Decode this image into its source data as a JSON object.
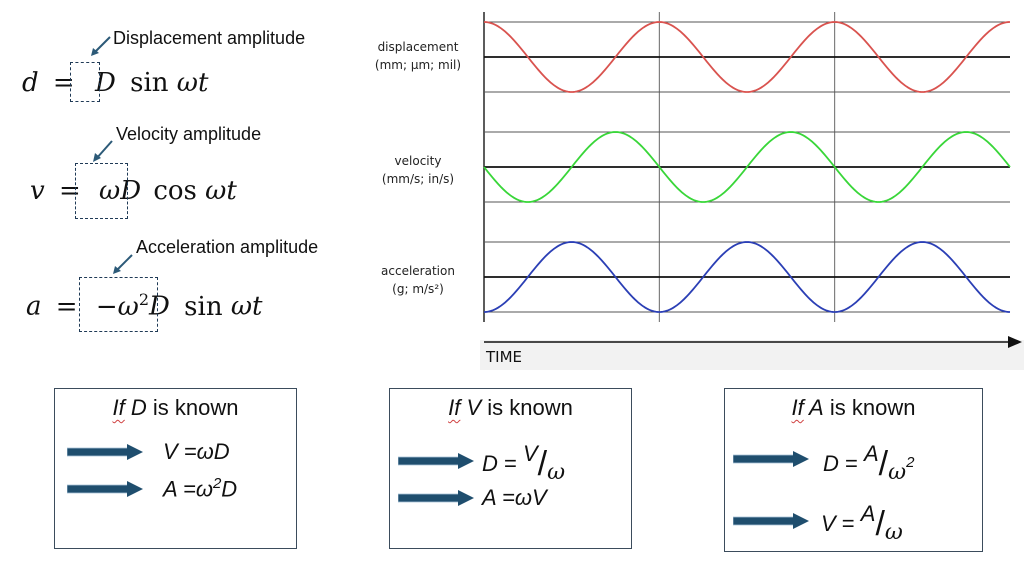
{
  "left": {
    "disp": {
      "label": "Displacement amplitude",
      "lhs": "d",
      "eqsign": "=",
      "boxed": "D",
      "fn": "sin",
      "arg": "ωt"
    },
    "vel": {
      "label": "Velocity amplitude",
      "lhs": "v",
      "eqsign": "=",
      "boxed": "ωD",
      "fn": "cos",
      "arg": "ωt"
    },
    "acc": {
      "label": "Acceleration amplitude",
      "lhs": "a",
      "eqsign": "=",
      "boxed_base": "−ω",
      "boxed_exp": "2",
      "boxed_tail": "D",
      "fn": "sin",
      "arg": "ωt"
    }
  },
  "waves": {
    "time_label": "TIME",
    "rows": [
      {
        "label1": "displacement",
        "label2": "(mm; μm; mil)",
        "color": "#d9534f",
        "phase": "cos"
      },
      {
        "label1": "velocity",
        "label2": "(mm/s; in/s)",
        "color": "#39d639",
        "phase": "-sin"
      },
      {
        "label1": "acceleration",
        "label2": "(g; m/s²)",
        "color": "#2b3fb5",
        "phase": "-cos"
      }
    ],
    "cycles": 3
  },
  "cards": {
    "d": {
      "title_pre": "If",
      "title_var": " D",
      "title_post": " is known",
      "line1_lhs": "V",
      "line1_rhs": " =ωD",
      "line2_lhs": "A",
      "line2_rhs": " =ω",
      "line2_exp": "2",
      "line2_tail": "D"
    },
    "v": {
      "title_pre": "If",
      "title_var": " V",
      "title_post": " is known",
      "line1_lhs": "D",
      "line1_eq": " = ",
      "line1_num": "V",
      "line1_slash": "/",
      "line1_den": "ω",
      "line2_lhs": "A",
      "line2_rhs": " =ωV"
    },
    "a": {
      "title_pre": "If",
      "title_var": " A",
      "title_post": " is known",
      "line1_lhs": "D",
      "line1_eq": " = ",
      "line1_num": "A",
      "line1_slash": "/",
      "line1_den": "ω",
      "line1_den_exp": "2",
      "line2_lhs": "V",
      "line2_eq": " = ",
      "line2_num": "A",
      "line2_slash": "/",
      "line2_den": "ω"
    }
  },
  "colors": {
    "arrow": "#1f4e6e",
    "box_border": "#3b4c5c"
  }
}
